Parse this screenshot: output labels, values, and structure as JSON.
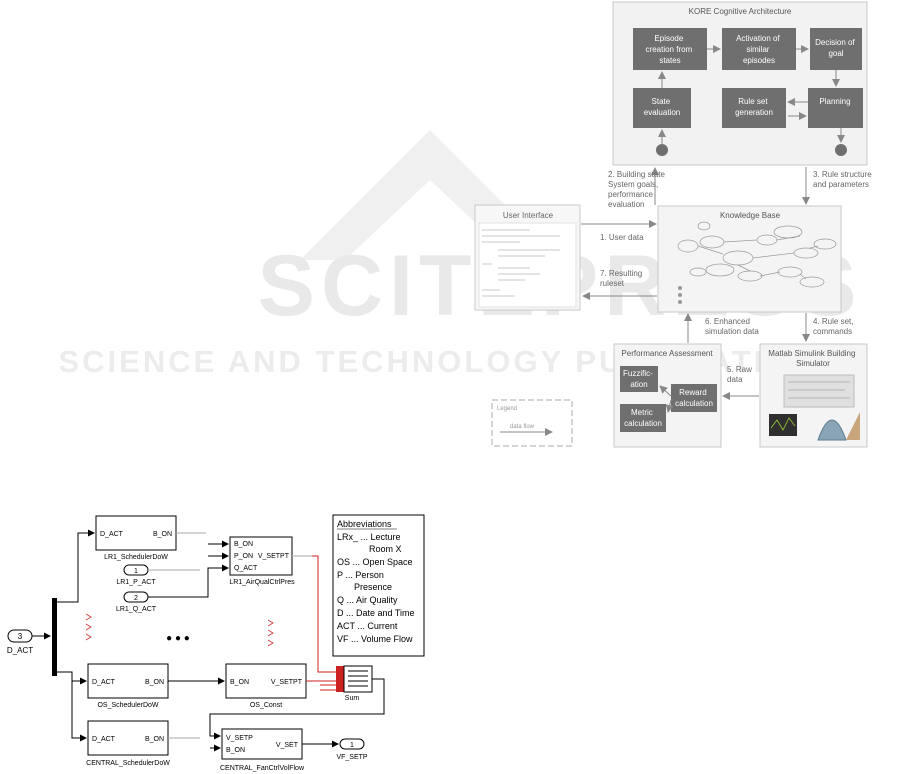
{
  "watermark": {
    "title": "SCITEPRESS",
    "subtitle": "SCIENCE AND TECHNOLOGY PUBLICATIONS"
  },
  "architecture": {
    "kore_title": "KORE Cognitive Architecture",
    "kore_boxes": {
      "episode": [
        "Episode",
        "creation from",
        "states"
      ],
      "activation": [
        "Activation of",
        "similar",
        "episodes"
      ],
      "decision": [
        "Decision of",
        "goal"
      ],
      "state_eval": [
        "State",
        "evaluation"
      ],
      "ruleset_gen": [
        "Rule set",
        "generation"
      ],
      "planning": [
        "Planning"
      ]
    },
    "kb_title": "Knowledge Base",
    "ui_title": "User Interface",
    "perf_title": "Performance Assessment",
    "perf_boxes": {
      "fuzzification": [
        "Fuzzific-",
        "ation"
      ],
      "reward": [
        "Reward",
        "calculation"
      ],
      "metric": [
        "Metric",
        "calculation"
      ]
    },
    "sim_title": [
      "Matlab Simulink Building",
      "Simulator"
    ],
    "legend_title": "Legend",
    "legend_item": "data flow",
    "flows": {
      "f1": "1. User data",
      "f2": [
        "2. Building state",
        "System goals,",
        "performance",
        "evaluation"
      ],
      "f3": [
        "3. Rule structure",
        "and parameters"
      ],
      "f4": [
        "4. Rule set,",
        "commands"
      ],
      "f5": [
        "5. Raw",
        "data"
      ],
      "f6": [
        "6. Enhanced",
        "simulation data"
      ],
      "f7": [
        "7. Resulting",
        "ruleset"
      ]
    }
  },
  "simulink": {
    "lr1_scheduler": {
      "in": "D_ACT",
      "out": "B_ON",
      "name": "LR1_SchedulerDoW"
    },
    "lr1_p_act": {
      "num": "1",
      "name": "LR1_P_ACT"
    },
    "lr1_q_act": {
      "num": "2",
      "name": "LR1_Q_ACT"
    },
    "lr1_airqual": {
      "in1": "B_ON",
      "in2": "P_ON",
      "in3": "Q_ACT",
      "out": "V_SETPT",
      "name": "LR1_AirQualCtrlPres"
    },
    "d_act": {
      "num": "3",
      "name": "D_ACT"
    },
    "ellipsis": "● ● ●",
    "os_scheduler": {
      "in": "D_ACT",
      "out": "B_ON",
      "name": "OS_SchedulerDoW"
    },
    "os_const": {
      "in": "B_ON",
      "out": "V_SETPT",
      "name": "OS_Const"
    },
    "sum": {
      "name": "Sum"
    },
    "central_scheduler": {
      "in": "D_ACT",
      "out": "B_ON",
      "name": "CENTRAL_SchedulerDoW"
    },
    "central_fan": {
      "in1": "V_SETP",
      "in2": "B_ON",
      "out": "V_SET",
      "name": "CENTRAL_FanCtrlVolFlow"
    },
    "vf_setp": {
      "num": "1",
      "name": "VF_SETP"
    },
    "abbreviations": {
      "title": "Abbreviations",
      "lines": [
        "LRx_ ... Lecture",
        "Room X",
        "OS ... Open Space",
        "P ... Person",
        "Presence",
        "Q ... Air Quality",
        "D ... Date and Time",
        "ACT ... Current",
        "VF ... Volume Flow"
      ]
    }
  }
}
